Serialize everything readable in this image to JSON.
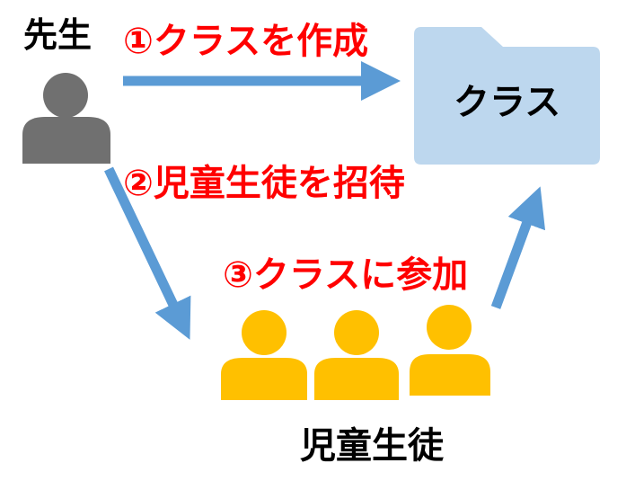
{
  "actors": {
    "teacher": {
      "label": "先生",
      "icon": "person-icon"
    },
    "students": {
      "label": "児童生徒",
      "icon": "group-of-people-icon",
      "count": 3
    },
    "class_folder": {
      "label": "クラス",
      "icon": "folder-icon"
    }
  },
  "steps": [
    {
      "text": "①クラスを作成"
    },
    {
      "text": "②児童生徒を招待"
    },
    {
      "text": "③クラスに参加"
    }
  ],
  "colors": {
    "teacher_icon": "#707070",
    "student_icon": "#FFC000",
    "folder_fill": "#BDD7EE",
    "arrow": "#5B9BD5",
    "step_text": "#FF0000",
    "label_text": "#000000"
  }
}
